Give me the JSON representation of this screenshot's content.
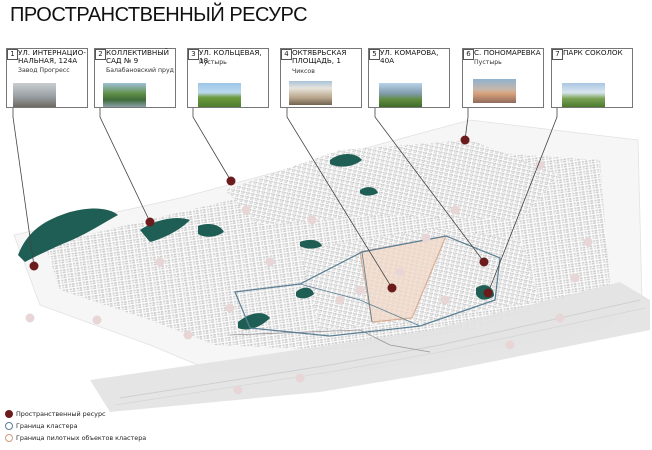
{
  "title": "ПРОСТРАНСТВЕННЫЙ РЕСУРС",
  "resources": [
    {
      "num": "1",
      "label": "УЛ. ИНТЕРНАЦИО-НАЛЬНАЯ, 124А",
      "caption": "Завод Прогресс",
      "photo_icon": "factory-interior-photo"
    },
    {
      "num": "2",
      "label": "КОЛЛЕКТИВНЫЙ САД № 9",
      "caption": "Балабановский пруд",
      "photo_icon": "pond-photo"
    },
    {
      "num": "3",
      "label": "УЛ. КОЛЬЦЕВАЯ, 18",
      "caption": "Пустырь",
      "photo_icon": "field-photo"
    },
    {
      "num": "4",
      "label": "ОКТЯБРЬСКАЯ ПЛОЩАДЬ, 1",
      "caption": "Чиксов",
      "photo_icon": "building-photo"
    },
    {
      "num": "5",
      "label": "УЛ. КОМАРОВА, 40А",
      "caption": "",
      "photo_icon": "house-photo"
    },
    {
      "num": "6",
      "label": "С. ПОНОМАРЕВКА",
      "caption": "Пустырь",
      "photo_icon": "sunset-field-photo"
    },
    {
      "num": "7",
      "label": "ПАРК СОКОЛОК",
      "caption": "",
      "photo_icon": "park-photo"
    }
  ],
  "legend": [
    {
      "label": "Пространственный ресурс",
      "symbol": "filled-dot"
    },
    {
      "label": "Граница кластера",
      "symbol": "blue-ring"
    },
    {
      "label": "Граница пилотных объектов кластера",
      "symbol": "orange-ring"
    }
  ],
  "colors": {
    "resource_dot": "#6b1b1b",
    "cluster_border": "#5a7f94",
    "pilot_border": "#d49a78",
    "water": "#1f5e55",
    "pilot_fill": "#f2d9c8",
    "minor_dot": "#e8d6d6",
    "river": "#dedede"
  }
}
